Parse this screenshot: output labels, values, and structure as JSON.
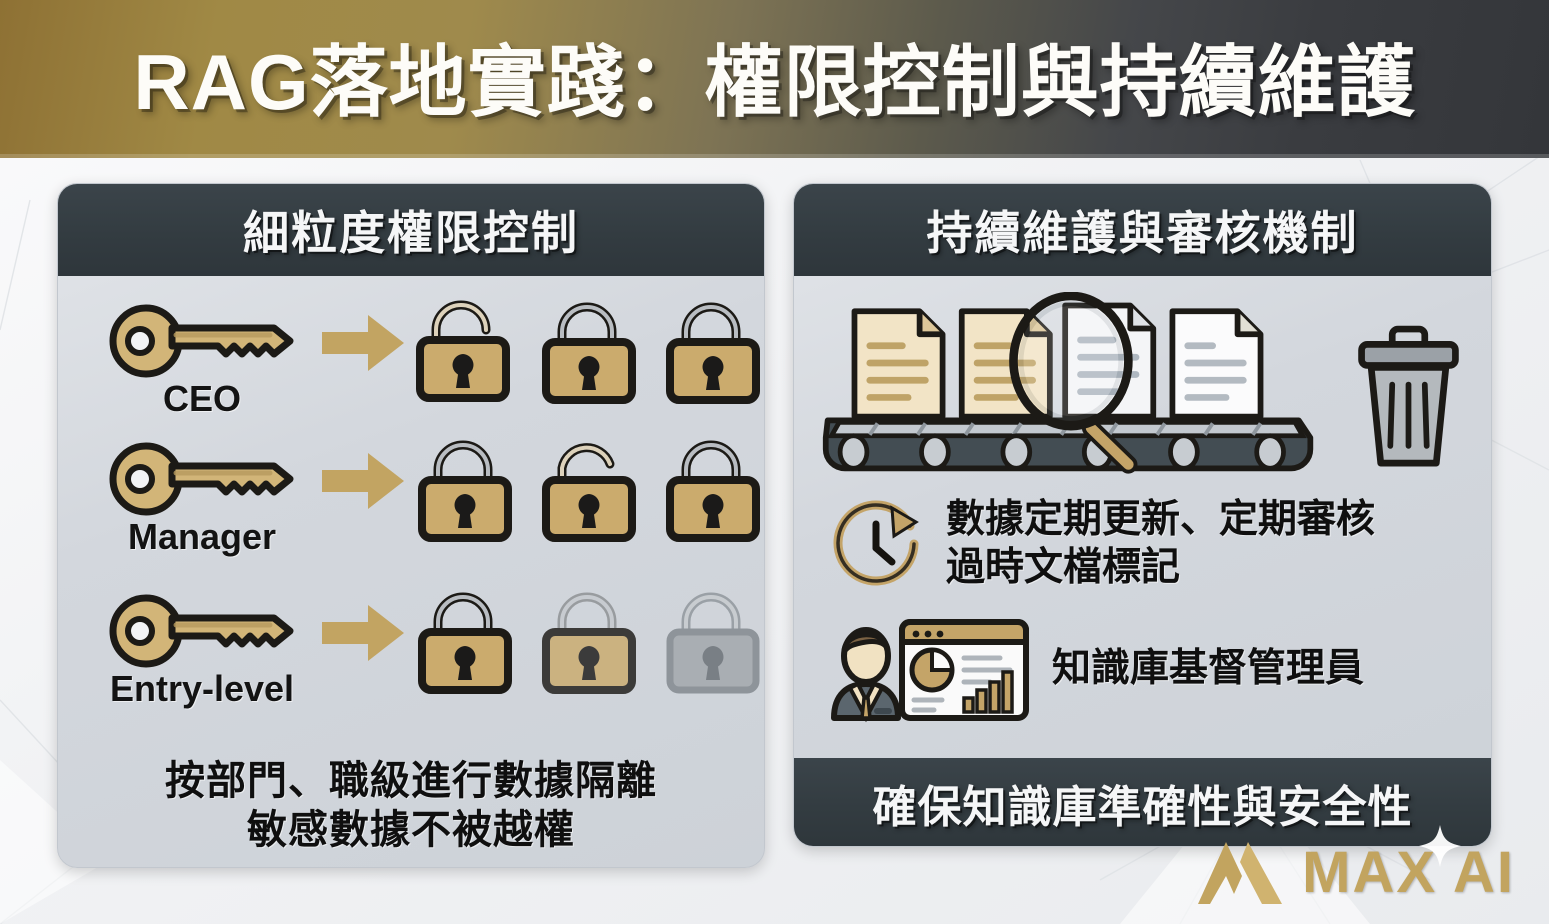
{
  "title": "RAG落地實踐：權限控制與持續維護",
  "colors": {
    "gold": "#c2a45f",
    "gold_light": "#d8bd82",
    "dark_slate": "#333c41",
    "panel_bg": "#d3d7dd",
    "lock_gold": "#cbab6d",
    "lock_grey": "#a8adb2"
  },
  "left_panel": {
    "header": "細粒度權限控制",
    "rows": [
      {
        "role": "CEO",
        "key_icon": "key-icon",
        "arrow_icon": "arrow-right-icon",
        "locks": [
          {
            "state": "unlocked",
            "color": "gold"
          },
          {
            "state": "locked",
            "color": "gold"
          },
          {
            "state": "locked",
            "color": "gold"
          }
        ]
      },
      {
        "role": "Manager",
        "key_icon": "key-icon",
        "arrow_icon": "arrow-right-icon",
        "locks": [
          {
            "state": "locked",
            "color": "gold"
          },
          {
            "state": "unlocked",
            "color": "gold"
          },
          {
            "state": "locked",
            "color": "gold"
          }
        ]
      },
      {
        "role": "Entry-level",
        "key_icon": "key-icon",
        "arrow_icon": "arrow-right-icon",
        "locks": [
          {
            "state": "locked",
            "color": "gold"
          },
          {
            "state": "locked",
            "color": "gold"
          },
          {
            "state": "locked",
            "color": "grey"
          }
        ]
      }
    ],
    "captions": [
      "按部門、職級進行數據隔離",
      "敏感數據不被越權"
    ]
  },
  "right_panel": {
    "header": "持續維護與審核機制",
    "conveyor": {
      "icon": "conveyor-belt-icon",
      "documents": 4,
      "magnifier_icon": "magnifier-icon",
      "trash_icon": "trash-can-icon"
    },
    "items": [
      {
        "icon": "clock-refresh-icon",
        "line1": "數據定期更新、定期審核",
        "line2": "過時文檔標記"
      },
      {
        "icon": "admin-dashboard-icon",
        "line1": "知識庫基督管理員",
        "line2": ""
      }
    ],
    "footer": "確保知識庫準確性與安全性"
  },
  "logo": {
    "mark_icon": "max-ai-mark-icon",
    "text": "MAX AI",
    "sparkle_icon": "sparkle-icon"
  }
}
